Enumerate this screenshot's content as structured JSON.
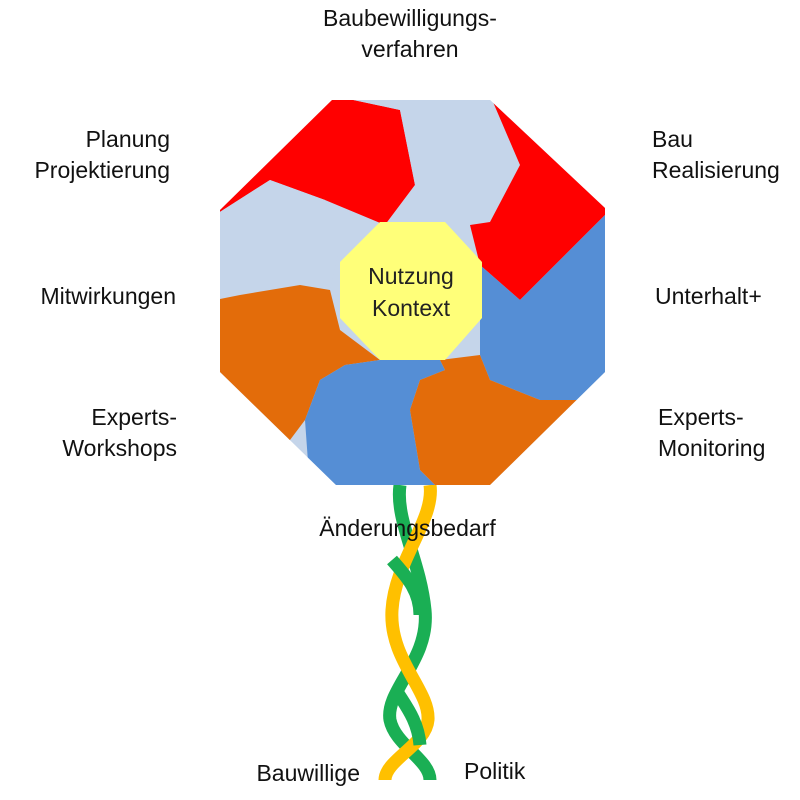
{
  "center": {
    "line1": "Nutzung",
    "line2": "Kontext"
  },
  "labels": {
    "top": {
      "line1": "Baubewilligungs-",
      "line2": "verfahren"
    },
    "planung": {
      "line1": "Planung",
      "line2": "Projektierung"
    },
    "bau": {
      "line1": "Bau",
      "line2": "Realisierung"
    },
    "mitwirkungen": "Mitwirkungen",
    "unterhalt": "Unterhalt+",
    "experts_workshops": {
      "line1": "Experts-",
      "line2": "Workshops"
    },
    "experts_monitoring": {
      "line1": "Experts-",
      "line2": "Monitoring"
    },
    "aenderungsbedarf": "Änderungsbedarf",
    "bauwillige": "Bauwillige",
    "politik": "Politik"
  },
  "colors": {
    "red": "#ff0000",
    "light_blue": "#c5d5ea",
    "orange": "#e36c0a",
    "blue": "#558ed5",
    "yellow": "#ffff79",
    "strand_green": "#1aaf54",
    "strand_yellow": "#ffc000"
  }
}
